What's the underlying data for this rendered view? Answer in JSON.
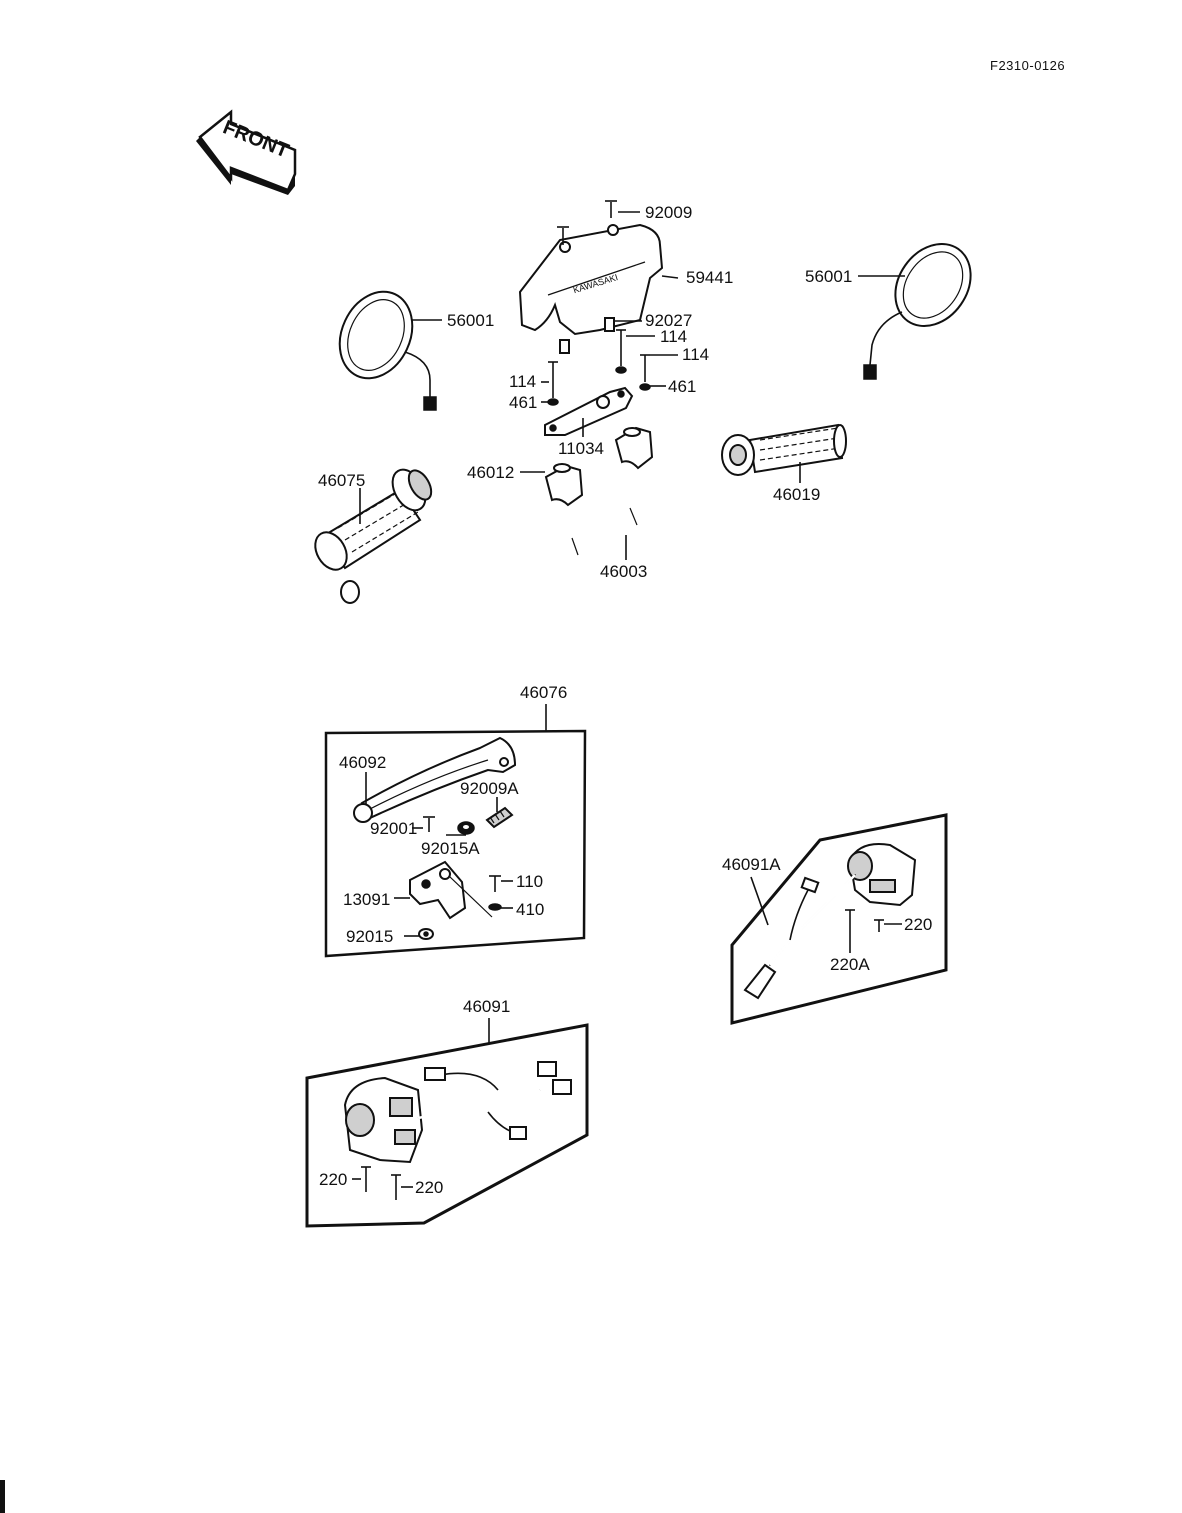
{
  "diagram_code": "F2310-0126",
  "front_arrow_label": "FRONT",
  "cover_emblem_text": "KAWASAKI",
  "labels": {
    "bolt_92009": "92009",
    "cover_59441": "59441",
    "mirror_left_56001": "56001",
    "mirror_right_56001": "56001",
    "collar_92027": "92027",
    "bolt_114_a": "114",
    "bolt_114_b": "114",
    "bolt_114_c": "114",
    "washer_461_left": "461",
    "washer_461_right": "461",
    "plate_11034": "11034",
    "holder_46012": "46012",
    "grip_left_46075": "46075",
    "grip_right_46019": "46019",
    "handlebar_46003": "46003",
    "lever_assy_46076": "46076",
    "lever_46092": "46092",
    "bolt_92009A": "92009A",
    "bolt_92001": "92001",
    "washer_92015A": "92015A",
    "screw_110": "110",
    "washer_410": "410",
    "bracket_13091": "13091",
    "nut_92015": "92015",
    "switch_left_46091": "46091",
    "screw_220_l1": "220",
    "screw_220_l2": "220",
    "switch_right_46091A": "46091A",
    "screw_220_r": "220",
    "screw_220A": "220A"
  }
}
